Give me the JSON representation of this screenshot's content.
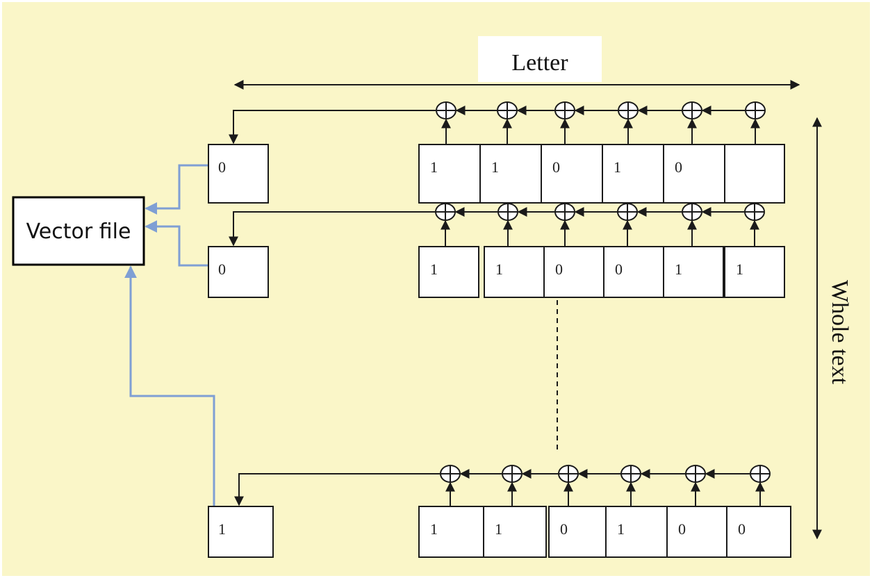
{
  "diagram": {
    "top_label": "Letter",
    "side_label": "Whole text",
    "vector_file_label": "Vector file",
    "rows": [
      {
        "result": "0",
        "bits": [
          "1",
          "1",
          "0",
          "1",
          "0",
          ""
        ]
      },
      {
        "result": "0",
        "bits": [
          "1",
          "1",
          "0",
          "0",
          "1",
          "1"
        ]
      },
      {
        "result": "1",
        "bits": [
          "1",
          "1",
          "0",
          "1",
          "0",
          "0"
        ]
      }
    ],
    "colors": {
      "background": "#faf6c8",
      "line": "#1a1a1a",
      "link": "#7f9fd4",
      "box_fill": "#ffffff"
    }
  }
}
